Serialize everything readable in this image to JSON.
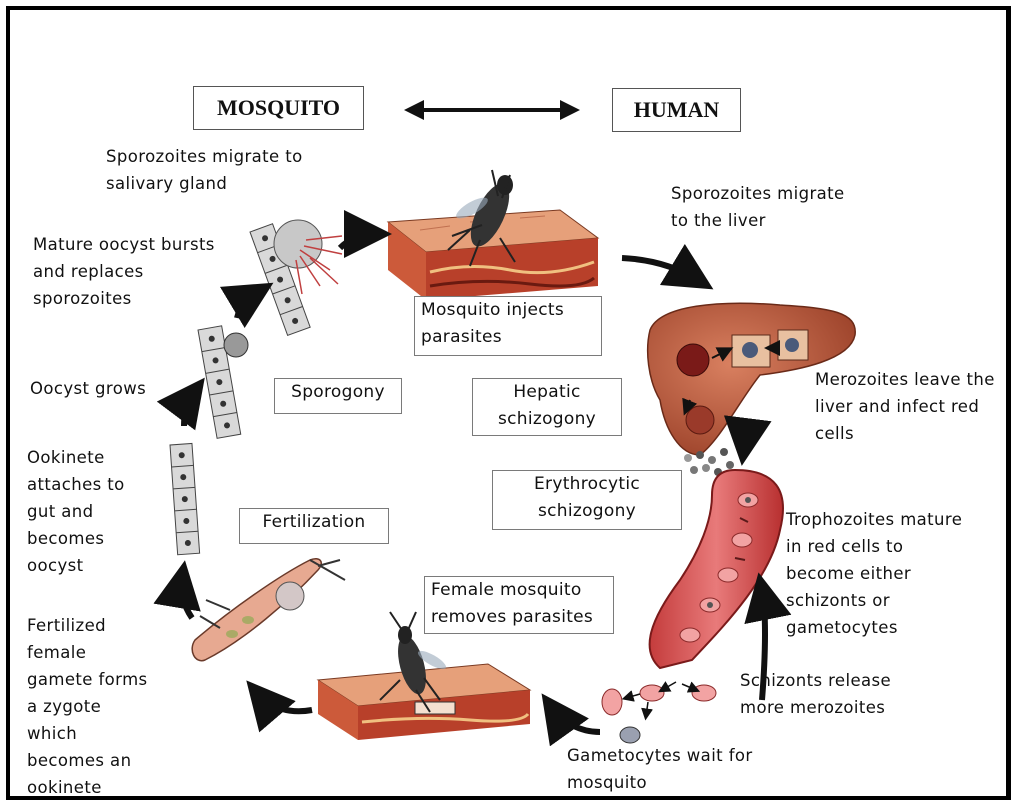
{
  "headers": {
    "mosquito": "MOSQUITO",
    "human": "HUMAN"
  },
  "boxes": {
    "sporogony": "Sporogony",
    "hepatic": "Hepatic\nschizogony",
    "erythrocytic": "Erythrocytic\nschizogony",
    "fertilization": "Fertilization",
    "injects": "Mosquito injects\nparasites",
    "removes": "Female mosquito\nremoves parasites"
  },
  "labels": {
    "salivary": "Sporozoites migrate to\nsalivary gland",
    "liver": "Sporozoites migrate\nto the liver",
    "bursts": "Mature oocyst bursts\nand replaces\nsporozoites",
    "oocyst_grows": "Oocyst grows",
    "ookinete": "Ookinete\nattaches to\ngut and\nbecomes\noocyst",
    "fertilized": "Fertilized\nfemale\ngamete forms\na zygote\nwhich\nbecomes an\nookinete",
    "merozoites": "Merozoites leave the\nliver and infect red\ncells",
    "trophozoites": "Trophozoites mature\nin red cells to\nbecome either\nschizonts or\ngametocytes",
    "schizonts": "Schizonts release\nmore merozoites",
    "gametocytes": "Gametocytes wait for\nmosquito"
  },
  "colors": {
    "tissue_top": "#e6a07a",
    "tissue_side": "#b8402a",
    "liver": "#b85a3c",
    "vessel": "#d45a5a",
    "rbc": "#f2a3a3",
    "gut_cell": "#d9d9d9",
    "arrow": "#111111"
  },
  "icons": [
    "double-arrow-icon",
    "mosquito-icon",
    "liver-icon",
    "blood-vessel-icon",
    "gut-cells-icon",
    "oocyst-icon"
  ]
}
